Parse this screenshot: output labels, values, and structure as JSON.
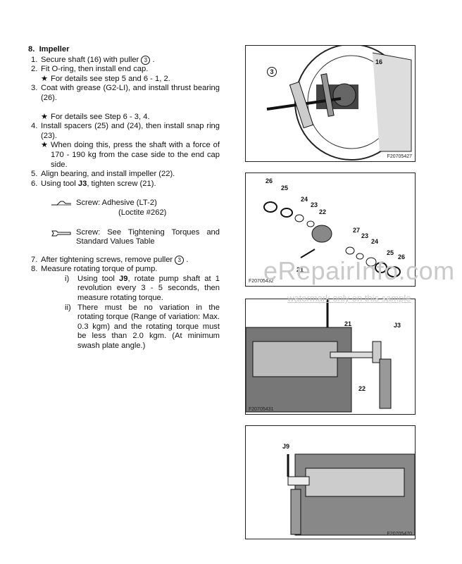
{
  "section": {
    "number": "8.",
    "title": "Impeller"
  },
  "steps": [
    {
      "num": "1.",
      "text": "Secure shaft (16) with puller",
      "circ": "3",
      "tail": "."
    },
    {
      "num": "2.",
      "text": "Fit O-ring, then install end cap."
    },
    {
      "star": "★",
      "text": "For details see step 5 and 6 - 1, 2."
    },
    {
      "num": "3.",
      "text": "Coat with grease (G2-LI), and install thrust bearing (26)."
    },
    {
      "star": "★",
      "text": "For details see Step 6 - 3, 4."
    },
    {
      "num": "4.",
      "text": "Install spacers (25) and (24), then install snap ring (23)."
    },
    {
      "star": "★",
      "text": "When doing this, press the shaft with a force of 170 - 190 kg from the case side to the end cap side."
    },
    {
      "num": "5.",
      "text": "Align bearing, and install impeller (22)."
    },
    {
      "num": "6.",
      "text_pre": "Using tool ",
      "text_bold": "J3",
      "text_post": ", tighten screw (21)."
    }
  ],
  "adhesive": {
    "line1": "Screw: Adhesive (LT-2)",
    "line2": "(Loctite #262)"
  },
  "torque": {
    "text": "Screw: See Tightening Torques and Standard Values Table"
  },
  "steps2": [
    {
      "num": "7.",
      "text": "After tightening screws, remove puller",
      "circ": "3",
      "tail": "."
    },
    {
      "num": "8.",
      "text": "Measure rotating torque of pump."
    }
  ],
  "substeps": [
    {
      "rn": "i)",
      "text_pre": "Using tool ",
      "text_bold": "J9",
      "text_post": ", rotate pump shaft at 1 revolution every 3 - 5 seconds, then measure rotating torque."
    },
    {
      "rn": "ii)",
      "text_pre": "There must be no variation in the rotating torque (Range of variation: Max. 0.3 kgm) and the rotating torque must be less than 2.0 kgm. (At minimum swash plate angle.)",
      "text_bold": "",
      "text_post": ""
    }
  ],
  "figures": [
    {
      "id": "F20705427",
      "callouts": [
        "3",
        "16"
      ]
    },
    {
      "id": "F20705432",
      "callouts": [
        "26",
        "25",
        "24",
        "23",
        "22",
        "27",
        "23",
        "24",
        "25",
        "26",
        "21"
      ]
    },
    {
      "id": "F20705431",
      "callouts": [
        "21",
        "J3",
        "22"
      ]
    },
    {
      "id": "F20705470",
      "callouts": [
        "J9"
      ]
    }
  ],
  "watermark": {
    "main": "eRepairInfo.com",
    "sub": "watermark only on this sample"
  }
}
